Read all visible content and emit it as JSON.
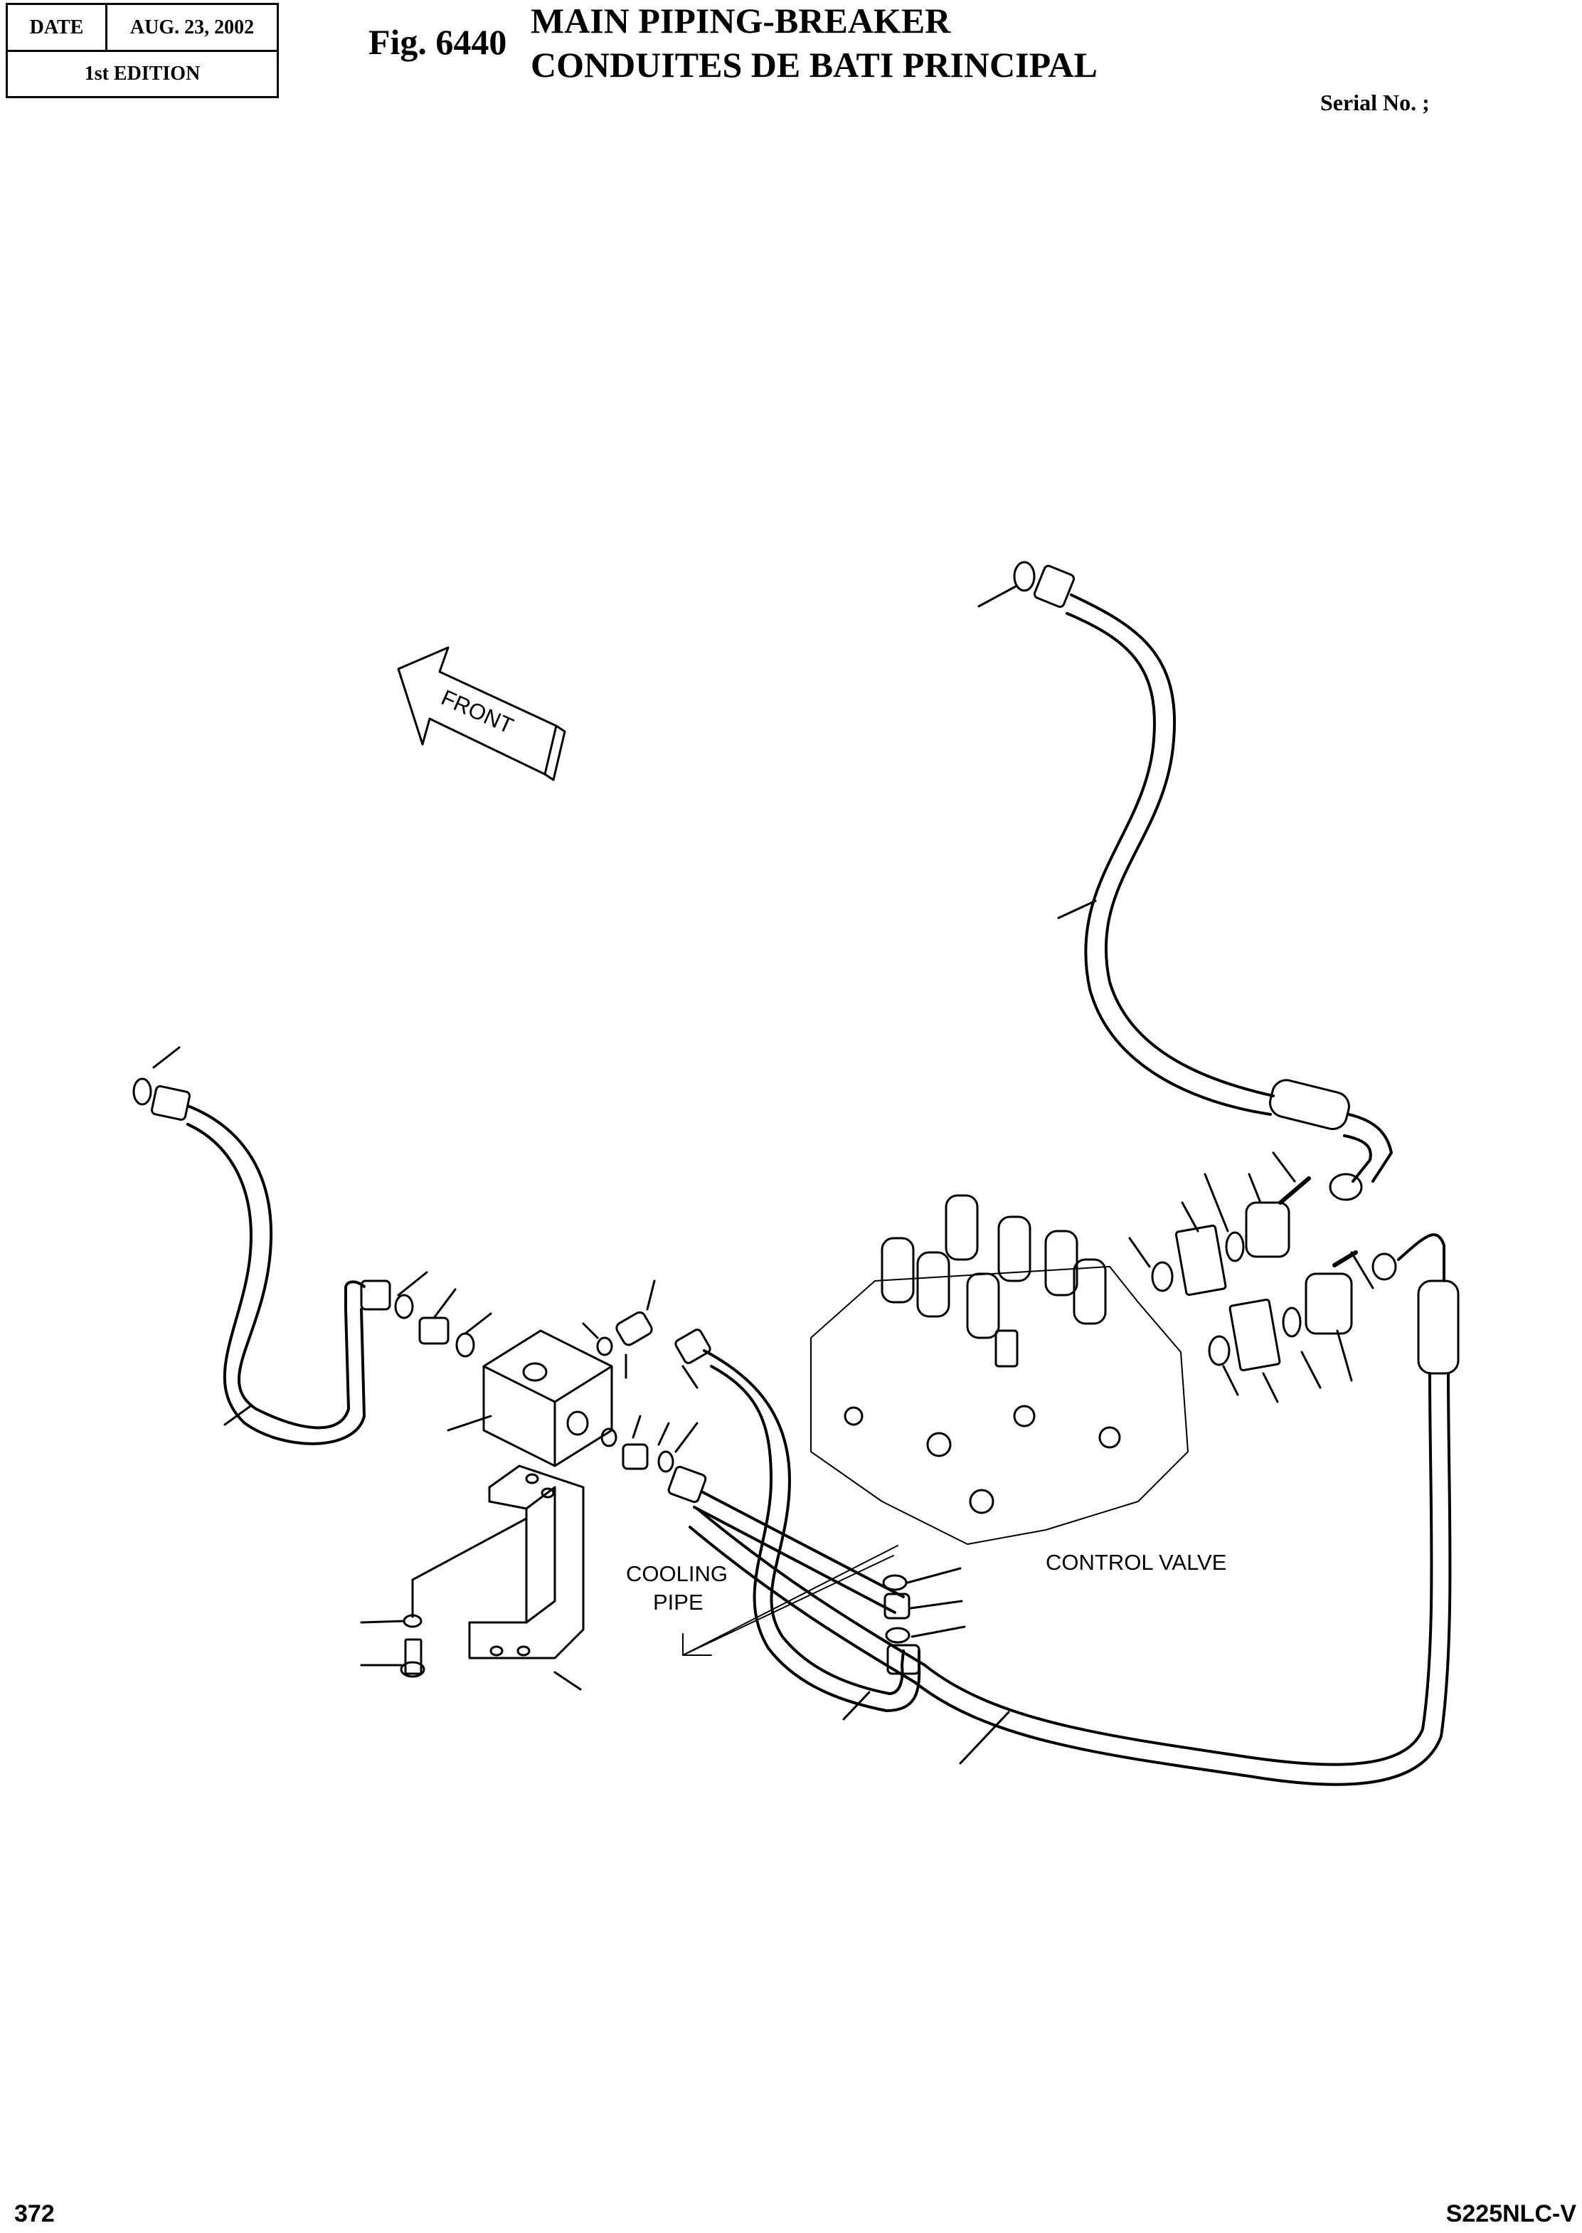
{
  "header": {
    "date_label": "DATE",
    "date_value": "AUG.  23, 2002",
    "edition": "1st EDITION",
    "fig_number": "Fig. 6440",
    "title_en": "MAIN PIPING-BREAKER",
    "title_fr": "CONDUITES DE BATI PRINCIPAL",
    "serial": "Serial No. ;"
  },
  "diagram": {
    "front_arrow_label": "FRONT",
    "cooling_label_line1": "COOLING",
    "cooling_label_line2": "PIPE",
    "control_valve_label": "CONTROL VALVE"
  },
  "footer": {
    "page_number": "372",
    "model": "S225NLC-V"
  },
  "colors": {
    "line": "#000000",
    "background": "#ffffff"
  }
}
